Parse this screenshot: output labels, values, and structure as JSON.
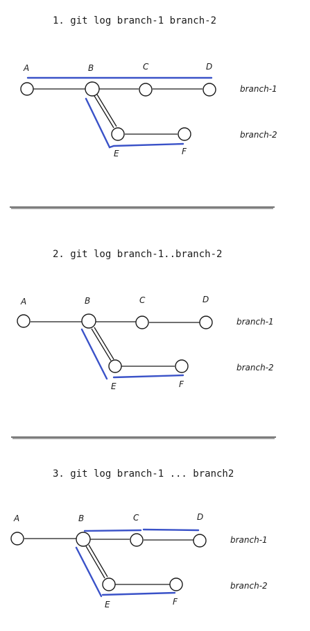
{
  "sections": [
    {
      "title": "1. git log branch-1 branch-2",
      "branch_labels": [
        "branch-1",
        "branch-2"
      ],
      "nodes": [
        "A",
        "B",
        "C",
        "D",
        "E",
        "F"
      ],
      "highlight": "A-D on branch-1 and B-E-F on branch-2"
    },
    {
      "title": "2. git log branch-1..branch-2",
      "branch_labels": [
        "branch-1",
        "branch-2"
      ],
      "nodes": [
        "A",
        "B",
        "C",
        "D",
        "E",
        "F"
      ],
      "highlight": "B-E-F"
    },
    {
      "title": "3. git log branch-1 ... branch2",
      "branch_labels": [
        "branch-1",
        "branch-2"
      ],
      "nodes": [
        "A",
        "B",
        "C",
        "D",
        "E",
        "F"
      ],
      "highlight": "B-C-D and B-E-F"
    }
  ],
  "colors": {
    "highlight": "#3a52c8",
    "ink": "#1a1a1a"
  }
}
